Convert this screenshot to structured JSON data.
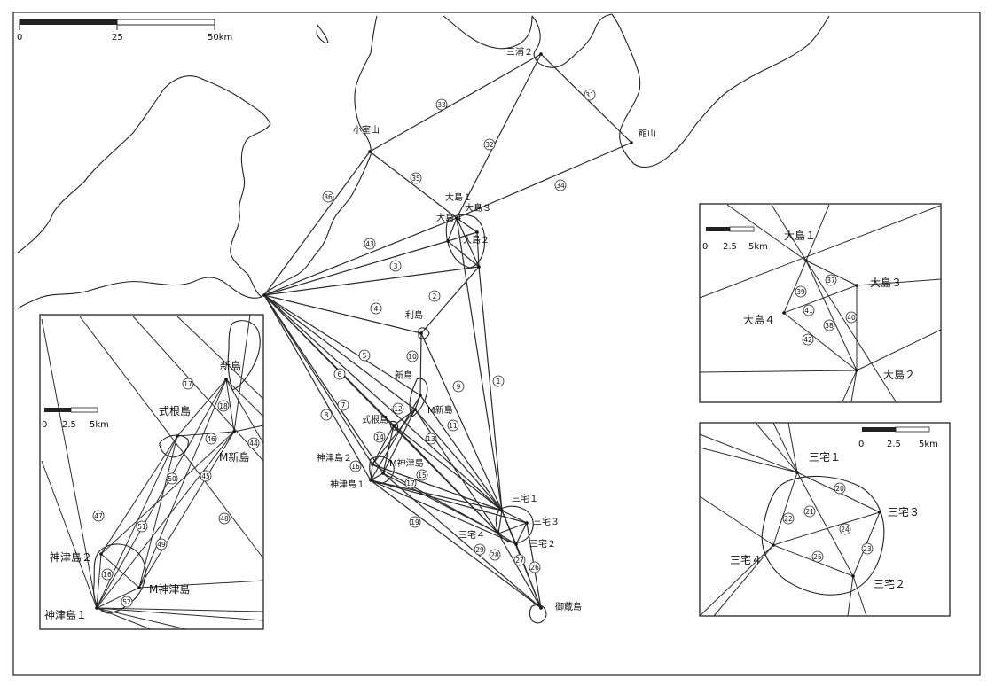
{
  "scale_main": {
    "ticks": [
      "0",
      "25",
      "50km"
    ]
  },
  "scale_inset": {
    "ticks": [
      "0",
      "2.5",
      "5km"
    ]
  },
  "main": {
    "stations": [
      {
        "id": "miura2",
        "label": "三浦２"
      },
      {
        "id": "komuroyama",
        "label": "小室山"
      },
      {
        "id": "tateyama",
        "label": "館山"
      },
      {
        "id": "oshima1",
        "label": "大島１"
      },
      {
        "id": "oshima3",
        "label": "大島３"
      },
      {
        "id": "oshima4",
        "label": "大島４"
      },
      {
        "id": "oshima2",
        "label": "大島２"
      },
      {
        "id": "toshima",
        "label": "利島"
      },
      {
        "id": "niijima",
        "label": "新島"
      },
      {
        "id": "mniijima",
        "label": "M新島"
      },
      {
        "id": "shikinejima",
        "label": "式根島"
      },
      {
        "id": "kozu2",
        "label": "神津島２"
      },
      {
        "id": "mkozu",
        "label": "M神津島"
      },
      {
        "id": "kozu1",
        "label": "神津島１"
      },
      {
        "id": "miyake1",
        "label": "三宅１"
      },
      {
        "id": "miyake3",
        "label": "三宅３"
      },
      {
        "id": "miyake4",
        "label": "三宅４"
      },
      {
        "id": "miyake2",
        "label": "三宅２"
      },
      {
        "id": "mikurajima",
        "label": "御蔵島"
      }
    ],
    "route_numbers": [
      "1",
      "2",
      "3",
      "4",
      "5",
      "6",
      "7",
      "8",
      "9",
      "10",
      "11",
      "12",
      "13",
      "14",
      "15",
      "16",
      "17",
      "19",
      "26",
      "27",
      "28",
      "29",
      "31",
      "32",
      "33",
      "34",
      "35",
      "36",
      "43"
    ]
  },
  "inset_oshima": {
    "labels": [
      "大島１",
      "大島３",
      "大島４",
      "大島２"
    ],
    "route_numbers": [
      "37",
      "38",
      "39",
      "40",
      "41",
      "42"
    ]
  },
  "inset_miyake": {
    "labels": [
      "三宅１",
      "三宅３",
      "三宅４",
      "三宅２"
    ],
    "route_numbers": [
      "20",
      "21",
      "22",
      "23",
      "24",
      "25"
    ]
  },
  "inset_kozu": {
    "labels": [
      "新島",
      "式根島",
      "M新島",
      "神津島２",
      "M神津島",
      "神津島１"
    ],
    "route_numbers": [
      "16",
      "17",
      "18",
      "44",
      "45",
      "46",
      "47",
      "48",
      "49",
      "50",
      "51",
      "52"
    ]
  }
}
